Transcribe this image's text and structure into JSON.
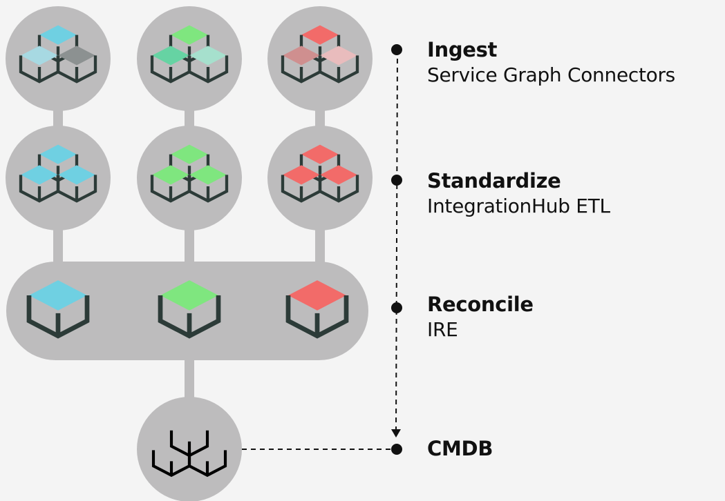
{
  "colors": {
    "background": "#f4f4f4",
    "node": "#bdbcbd",
    "cube_stroke": "#2c3b38",
    "cmdb_stroke": "#000000",
    "blue": "#6fd0e2",
    "green": "#7fe67f",
    "red": "#f26b69",
    "gray": "#8c9191",
    "light_blue": "#a7d9e2",
    "teal": "#66d3a3",
    "mint": "#a6e0cd",
    "dusty_red": "#cf8f8f",
    "pink": "#e9bcbd"
  },
  "steps": [
    {
      "id": "ingest",
      "title": "Ingest",
      "subtitle": "Service Graph Connectors"
    },
    {
      "id": "standardize",
      "title": "Standardize",
      "subtitle": "IntegrationHub ETL"
    },
    {
      "id": "reconcile",
      "title": "Reconcile",
      "subtitle": "IRE"
    },
    {
      "id": "cmdb",
      "title": "CMDB",
      "subtitle": ""
    }
  ],
  "columns": [
    {
      "name": "blue",
      "ingest_tops": [
        "blue",
        "light_blue",
        "gray"
      ],
      "standardize_top": "blue",
      "reconcile_top": "blue"
    },
    {
      "name": "green",
      "ingest_tops": [
        "green",
        "teal",
        "mint"
      ],
      "standardize_top": "green",
      "reconcile_top": "green"
    },
    {
      "name": "red",
      "ingest_tops": [
        "red",
        "dusty_red",
        "pink"
      ],
      "standardize_top": "red",
      "reconcile_top": "red"
    }
  ]
}
